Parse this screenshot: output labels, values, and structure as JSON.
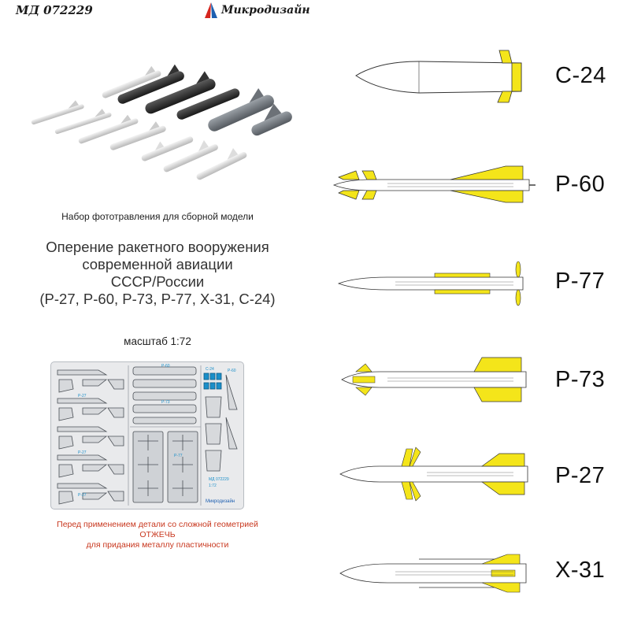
{
  "header": {
    "product_code": "МД 072229",
    "brand": "Микродизайн"
  },
  "subtitle": "Набор фототравления для сборной модели",
  "title_lines": [
    "Оперение ракетного вооружения",
    "современной авиации",
    "СССР/России",
    "(Р-27, Р-60, Р-73, Р-77, Х-31, С-24)"
  ],
  "scale": "масштаб 1:72",
  "warning_lines": [
    "Перед применением детали со сложной геометрией",
    "ОТЖЕЧЬ",
    "для придания металлу пластичности"
  ],
  "fret_labels": {
    "r27": "Р-27",
    "r73": "Р-73",
    "r77": "Р-77",
    "s24": "С-24",
    "r60": "Р-60",
    "logo": "Микродизайн",
    "code": "МД 072229",
    "scale": "1:72"
  },
  "missiles": [
    {
      "label": "С-24"
    },
    {
      "label": "Р-60"
    },
    {
      "label": "Р-77"
    },
    {
      "label": "Р-73"
    },
    {
      "label": "Р-27"
    },
    {
      "label": "Х-31"
    }
  ],
  "colors": {
    "fin_yellow": "#f4e51a",
    "warning_red": "#c8371e",
    "fret_blue": "#1b8fc9",
    "logo_red": "#d6261f",
    "logo_blue": "#1d5fb0"
  }
}
